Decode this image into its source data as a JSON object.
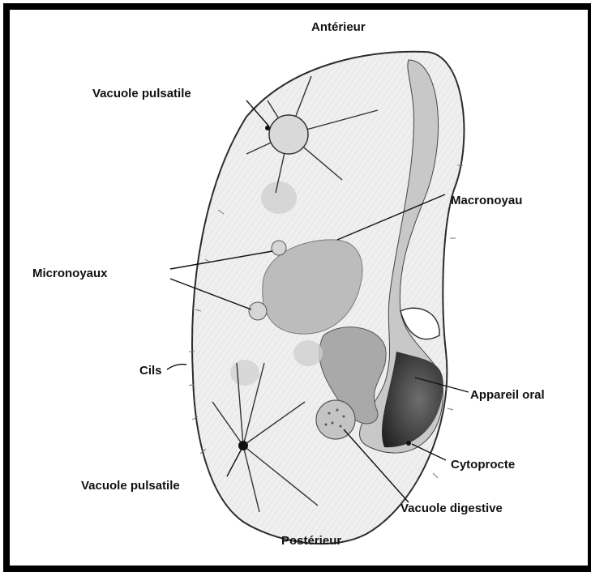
{
  "diagram": {
    "labels": {
      "anterior": "Antérieur",
      "posterior": "Postérieur",
      "contractile_vacuole_top": "Vacuole pulsatile",
      "macronucleus": "Macronoyau",
      "micronuclei": "Micronoyaux",
      "cilia": "Cils",
      "oral_apparatus": "Appareil oral",
      "cytoproct": "Cytoprocte",
      "contractile_vacuole_bottom": "Vacuole pulsatile",
      "food_vacuole": "Vacuole digestive"
    }
  }
}
